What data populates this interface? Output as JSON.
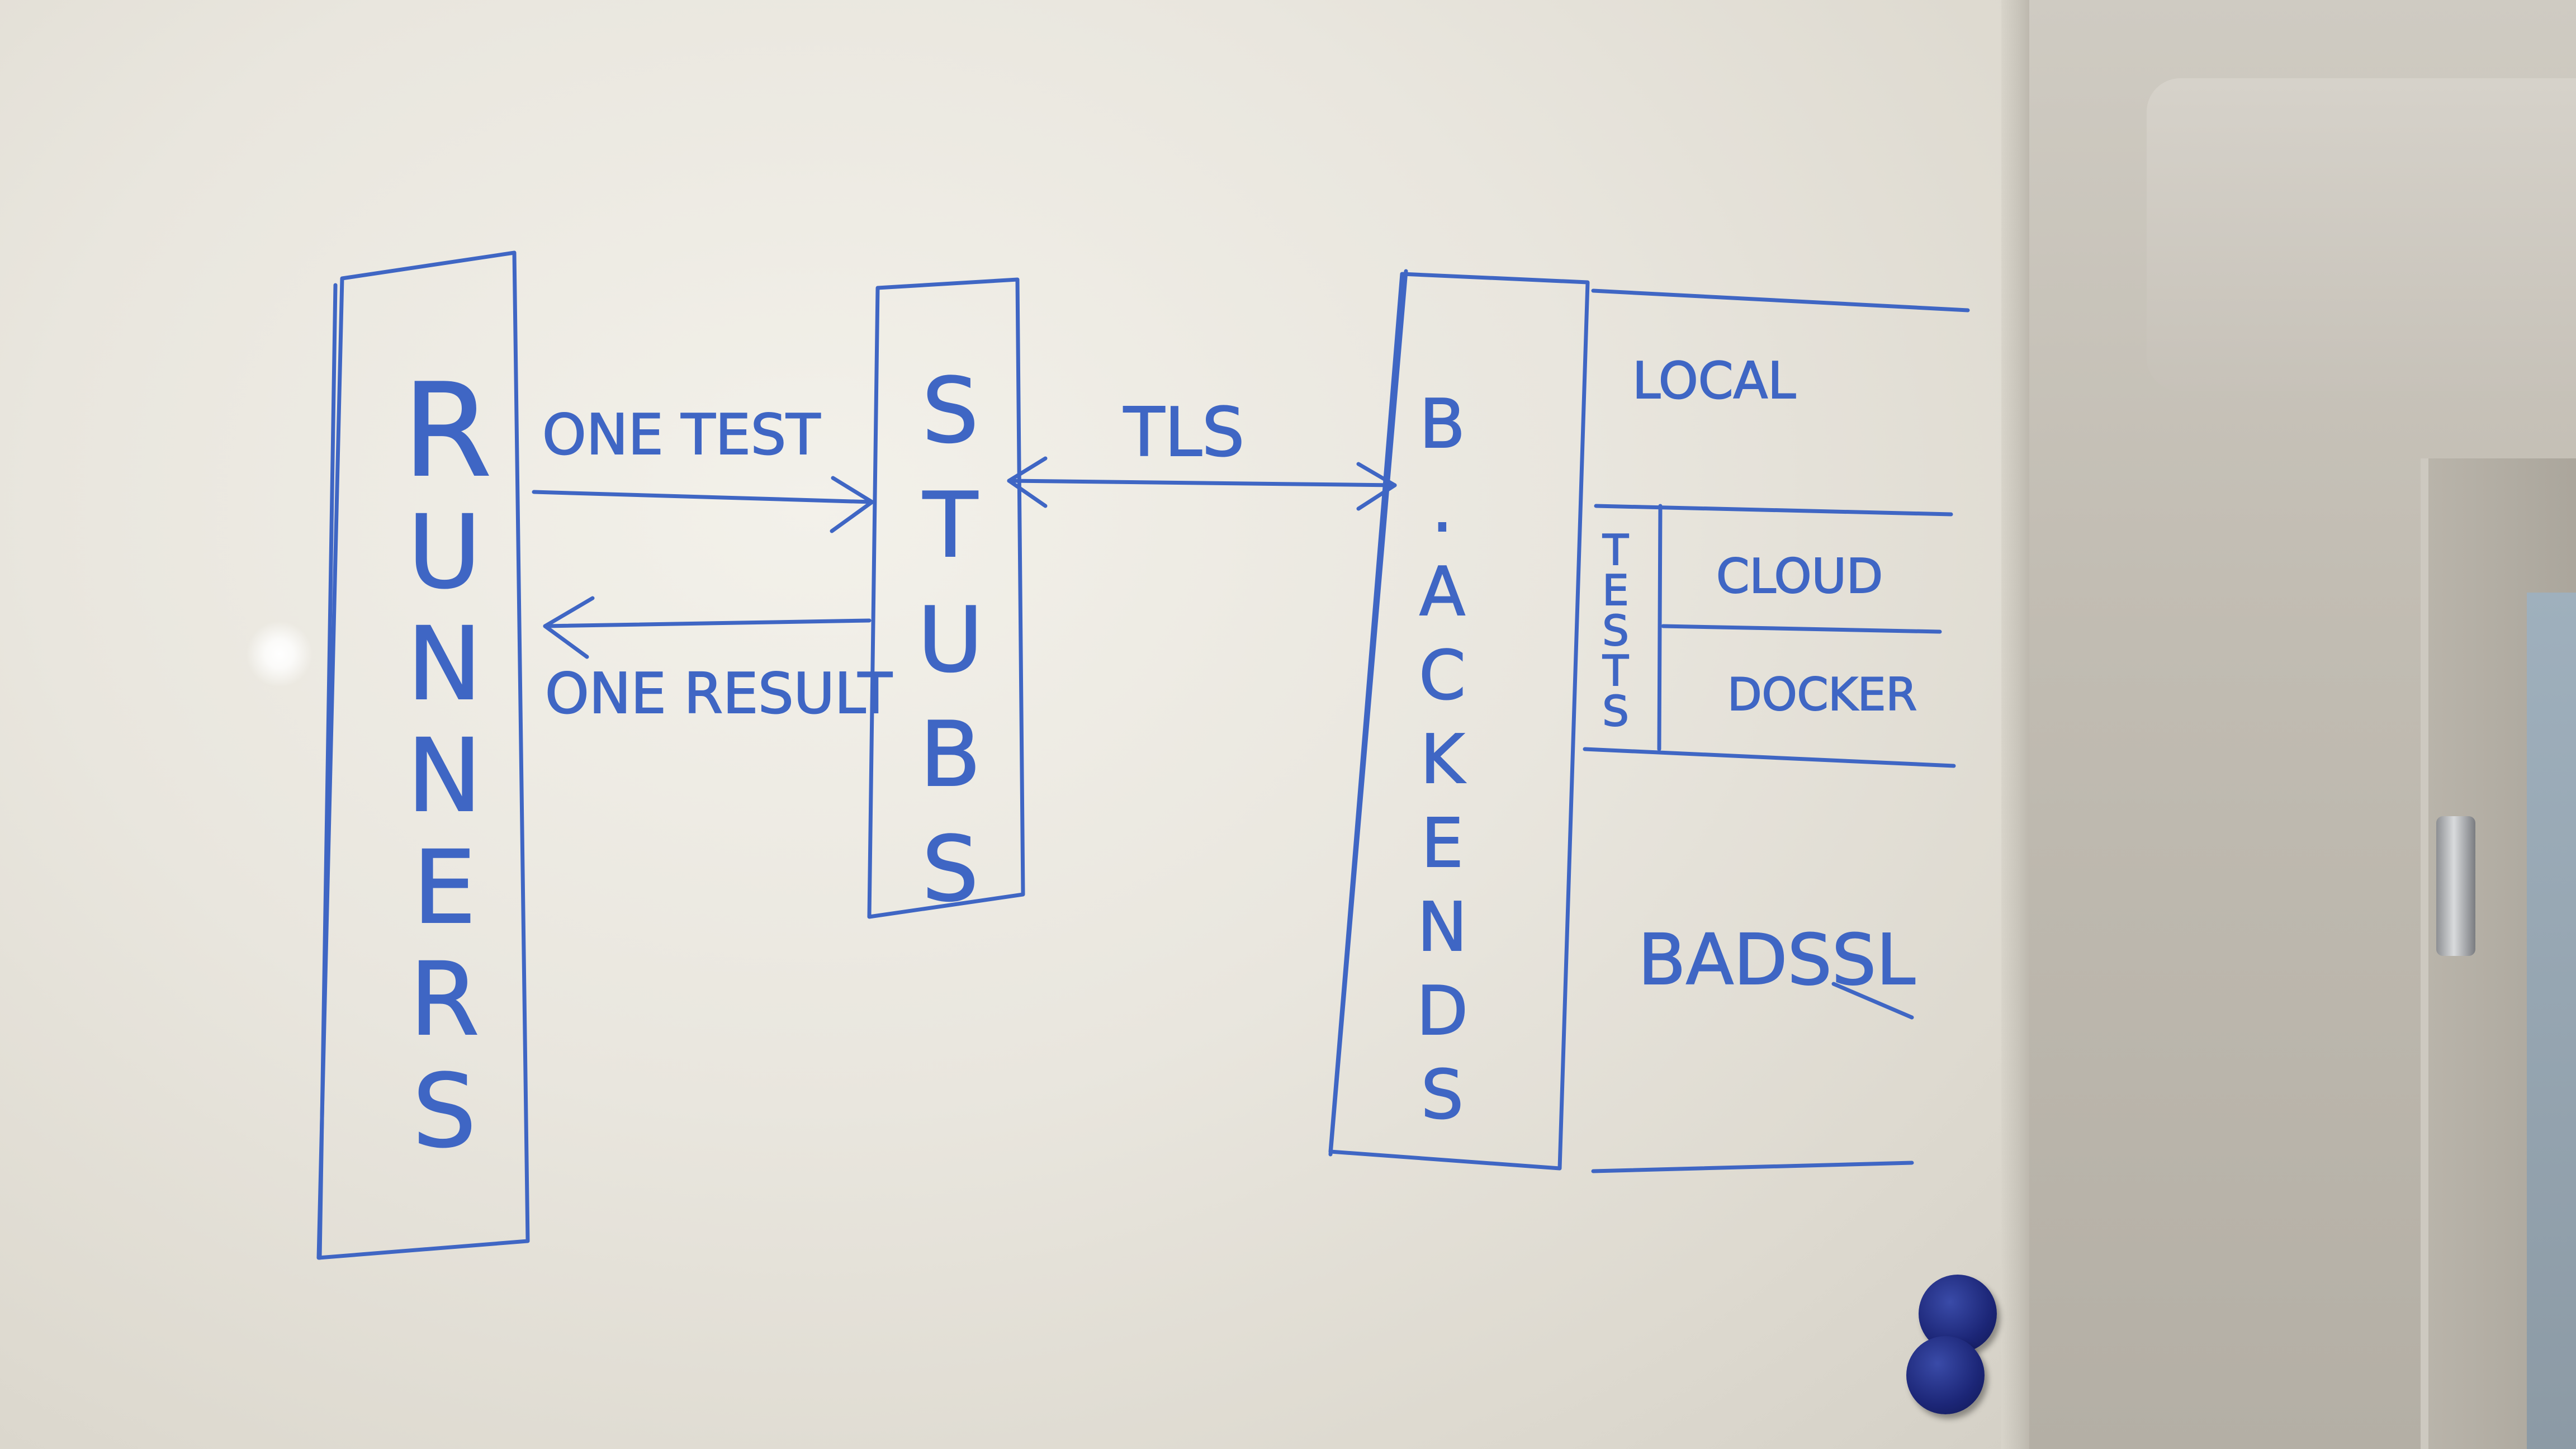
{
  "diagram": {
    "runners_label": "RUNNERS",
    "stubs_label": "STUBS",
    "backends_label": "B.ACKENDS",
    "arrow_test_label": "ONE TEST",
    "arrow_result_label": "ONE RESULT",
    "tls_label": "TLS",
    "backend_types": {
      "local": "LOCAL",
      "tests": "TESTS",
      "cloud": "CLOUD",
      "docker": "DOCKER",
      "badssl": "BADSSL"
    }
  },
  "colors": {
    "marker": "#3f66c4",
    "board": "#eeece5",
    "magnet": "#1c2677"
  }
}
